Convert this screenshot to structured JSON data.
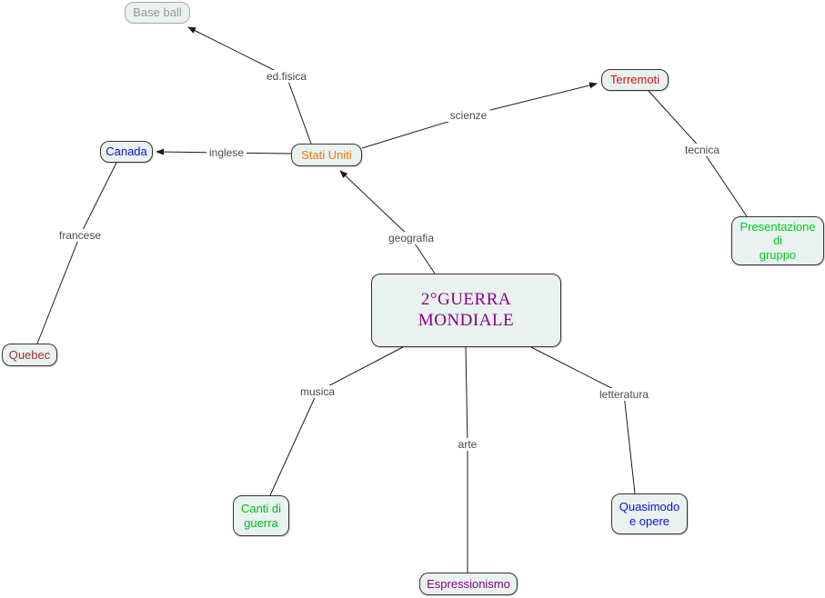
{
  "map": {
    "background": "#ffffff",
    "node_fill": "#e9f2ee",
    "line_color": "#1a1a1a",
    "link_label_color": "#4a4a4a",
    "nodes": {
      "base_ball": {
        "label": "Base ball",
        "color": "#999999"
      },
      "terremoti": {
        "label": "Terremoti",
        "color": "#dd1111"
      },
      "canada": {
        "label": "Canada",
        "color": "#1111dd"
      },
      "stati_uniti": {
        "label": "Stati Uniti",
        "color": "#ee7711"
      },
      "presentazione_di_gruppo": {
        "label": "Presentazione\ndi\ngruppo",
        "color": "#00cc22"
      },
      "guerra_mondiale": {
        "label": "2°GUERRA MONDIALE",
        "color": "#880088"
      },
      "quebec": {
        "label": "Quebec",
        "color": "#993333"
      },
      "canti_di_guerra": {
        "label": "Canti di\nguerra",
        "color": "#00bb22"
      },
      "espressionismo": {
        "label": "Espressionismo",
        "color": "#880088"
      },
      "quasimodo_e_opere": {
        "label": "Quasimodo\ne opere",
        "color": "#1111dd"
      }
    },
    "links": {
      "ed_fisica": {
        "label": "ed.fisica"
      },
      "scienze": {
        "label": "scienze"
      },
      "inglese": {
        "label": "inglese"
      },
      "tecnica": {
        "label": "tecnica"
      },
      "geografia": {
        "label": "geografia"
      },
      "francese": {
        "label": "francese"
      },
      "musica": {
        "label": "musica"
      },
      "arte": {
        "label": "arte"
      },
      "letteratura": {
        "label": "letteratura"
      }
    }
  }
}
